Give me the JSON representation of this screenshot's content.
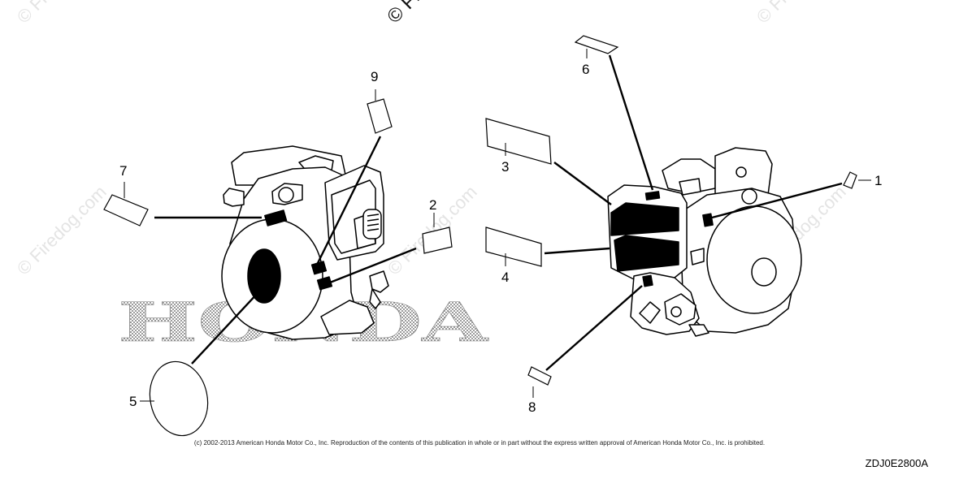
{
  "watermarks": {
    "site_text": "© Firedog.com"
  },
  "brand_text": "HONDA",
  "callouts": [
    "1",
    "2",
    "3",
    "4",
    "5",
    "6",
    "7",
    "8",
    "9"
  ],
  "footer": {
    "copyright": "(c) 2002-2013 American Honda Motor Co., Inc. Reproduction of the contents of this publication in whole or in part without the express written approval of American Honda Motor Co., Inc. is prohibited.",
    "drawing_code": "ZDJ0E2800A"
  },
  "colors": {
    "line": "#000000",
    "watermark": "#e4e4e4",
    "background": "#ffffff"
  }
}
